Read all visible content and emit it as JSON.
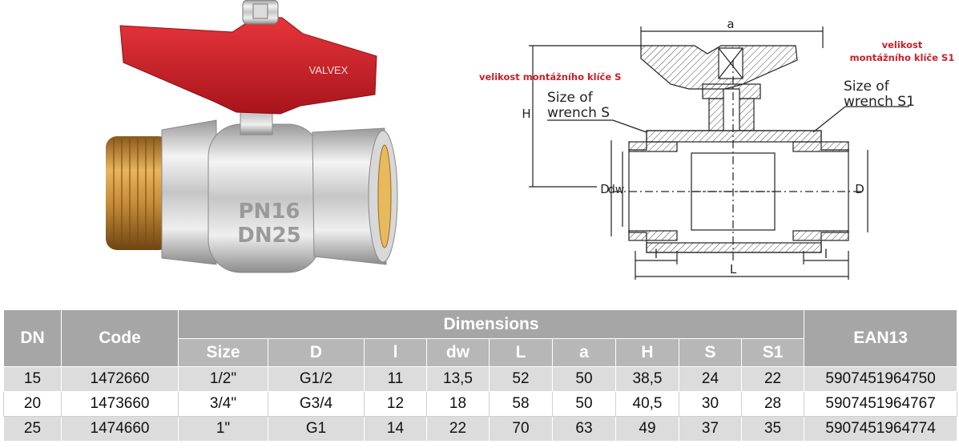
{
  "photo": {
    "brand": "VALVEX",
    "marking_line1": "PN16",
    "marking_line2": "DN25"
  },
  "drawing": {
    "label_a": "a",
    "label_H": "H",
    "label_D_left": "D",
    "label_dw": "dw",
    "label_D_right": "D",
    "label_l_left": "l",
    "label_L": "L",
    "label_l_right": "l",
    "wrench_s_line1": "Size of",
    "wrench_s_line2": "wrench S",
    "wrench_s1_line1": "Size of",
    "wrench_s1_line2": "wrench S1"
  },
  "notes": {
    "s": "velikost montážního klíče S",
    "s1_line1": "velikost",
    "s1_line2": "montážního klíče S1"
  },
  "table": {
    "col_dn": "DN",
    "col_code": "Code",
    "dimensions": "Dimensions",
    "col_ean": "EAN13",
    "dim_headers": [
      "Size",
      "D",
      "l",
      "dw",
      "L",
      "a",
      "H",
      "S",
      "S1"
    ],
    "rows": [
      [
        "15",
        "1472660",
        "1/2\"",
        "G1/2",
        "11",
        "13,5",
        "52",
        "50",
        "38,5",
        "24",
        "22",
        "5907451964750"
      ],
      [
        "20",
        "1473660",
        "3/4\"",
        "G3/4",
        "12",
        "18",
        "58",
        "50",
        "40,5",
        "30",
        "28",
        "5907451964767"
      ],
      [
        "25",
        "1474660",
        "1\"",
        "G1",
        "14",
        "22",
        "70",
        "63",
        "49",
        "37",
        "35",
        "5907451964774"
      ]
    ]
  },
  "colors": {
    "header_dark": "#a6a6a6",
    "header_light": "#b7b7b7",
    "row_shade": "#dcdcdc",
    "handle_red": "#d4202a",
    "note_red": "#c8202a"
  }
}
